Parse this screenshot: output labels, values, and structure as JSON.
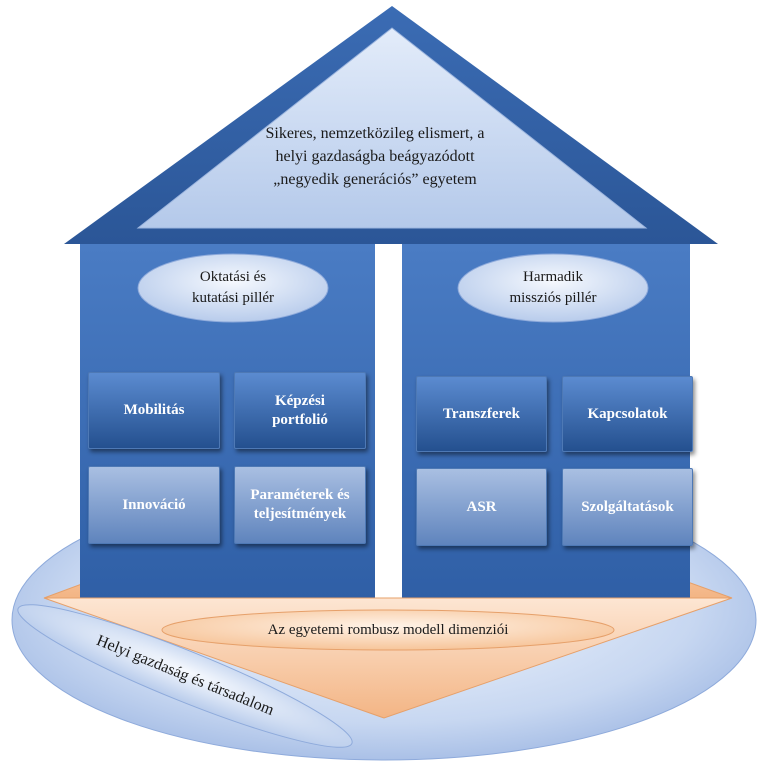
{
  "roof": {
    "text": "Sikeres, nemzetközileg elismert, a helyi gazdaságba beágyazódott „negyedik generációs” egyetem"
  },
  "left_pillar": {
    "title_line1": "Oktatási és",
    "title_line2": "kutatási pillér",
    "boxes": [
      {
        "line1": "Mobilitás",
        "line2": ""
      },
      {
        "line1": "Képzési",
        "line2": "portfolió"
      },
      {
        "line1": "Innováció",
        "line2": ""
      },
      {
        "line1": "Paraméterek és",
        "line2": "teljesítmények"
      }
    ]
  },
  "right_pillar": {
    "title_line1": "Harmadik",
    "title_line2": "missziós pillér",
    "boxes": [
      {
        "line1": "Transzferek",
        "line2": ""
      },
      {
        "line1": "Kapcsolatok",
        "line2": ""
      },
      {
        "line1": "ASR",
        "line2": ""
      },
      {
        "line1": "Szolgáltatások",
        "line2": ""
      }
    ]
  },
  "rhombus": {
    "label": "Az egyetemi rombusz modell dimenziói"
  },
  "base": {
    "label": "Helyi gazdaság és társadalom"
  },
  "colors": {
    "wall": "#3f6fb5",
    "roof_light": "#c9d9f2",
    "rhombus": "#f7c9a1",
    "ellipse": "#dbe6f7"
  }
}
